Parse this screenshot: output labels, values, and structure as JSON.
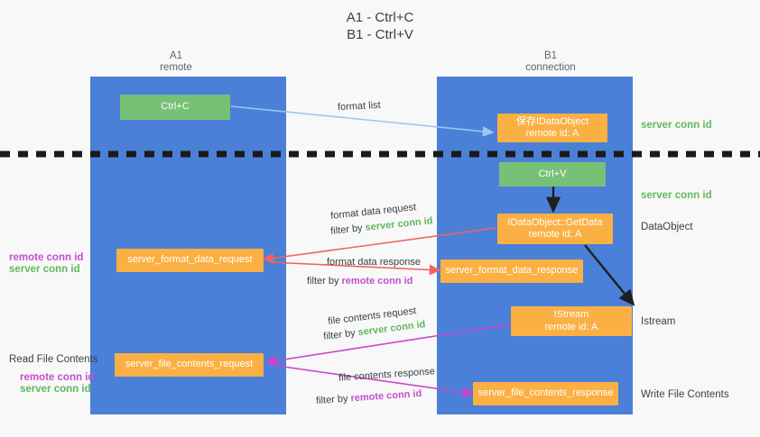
{
  "title": "A1 - Ctrl+C\nB1 - Ctrl+V",
  "columns": [
    {
      "name": "A1",
      "role": "remote",
      "label": "A1\nremote"
    },
    {
      "name": "B1",
      "role": "connection",
      "label": "B1\nconnection"
    }
  ],
  "colors": {
    "lane": "#4a80d8",
    "green_box": "#77c176",
    "orange_box": "#fbb043",
    "server_conn_id": "#5fb85f",
    "remote_conn_id": "#c44fd0",
    "arrow_light_blue": "#9dc7ee",
    "arrow_red": "#ef6360",
    "arrow_magenta": "#cc44cc",
    "arrow_dark": "#222222",
    "background": "#f8f8f8"
  },
  "boxes": {
    "ctrl_c": {
      "text": "Ctrl+C",
      "color": "green"
    },
    "ctrl_v": {
      "text": "Ctrl+V",
      "color": "green"
    },
    "save_idataobject": {
      "text": "保存IDataObject\nremote id: A",
      "color": "orange"
    },
    "getdata": {
      "text": "IDataObject::GetData\nremote id: A",
      "color": "orange"
    },
    "istream": {
      "text": "IStream\nremote id: A",
      "color": "orange"
    },
    "server_format_data_request": {
      "text": "server_format_data_request",
      "color": "orange"
    },
    "server_format_data_response": {
      "text": "server_format_data_response",
      "color": "orange"
    },
    "server_file_contents_request": {
      "text": "server_file_contents_request",
      "color": "orange"
    },
    "server_file_contents_response": {
      "text": "server_file_contents_response",
      "color": "orange"
    }
  },
  "edge_labels": {
    "format_list": "format list",
    "format_data_request": "format data request",
    "format_data_request_filter_prefix": "filter by ",
    "format_data_request_filter_value": "server conn id",
    "format_data_response": "format data response",
    "format_data_response_filter_prefix": "filter by ",
    "format_data_response_filter_value": "remote conn id",
    "file_contents_request": "file contents request",
    "file_contents_request_filter_prefix": "filter by ",
    "file_contents_request_filter_value": "server conn id",
    "file_contents_response": "file contents response",
    "file_contents_response_filter_prefix": "filter by ",
    "file_contents_response_filter_value": "remote conn id"
  },
  "right_labels": {
    "server_conn_id_top": "server conn id",
    "server_conn_id_mid": "server conn id",
    "dataobject": "DataObject",
    "istream": "Istream",
    "write_file_contents": "Write File Contents"
  },
  "left_labels": {
    "remote_conn_id_1": "remote conn id",
    "server_conn_id_1": "server conn id",
    "read_file_contents": "Read File Contents",
    "remote_conn_id_2": "remote conn id",
    "server_conn_id_2": "server conn id"
  }
}
